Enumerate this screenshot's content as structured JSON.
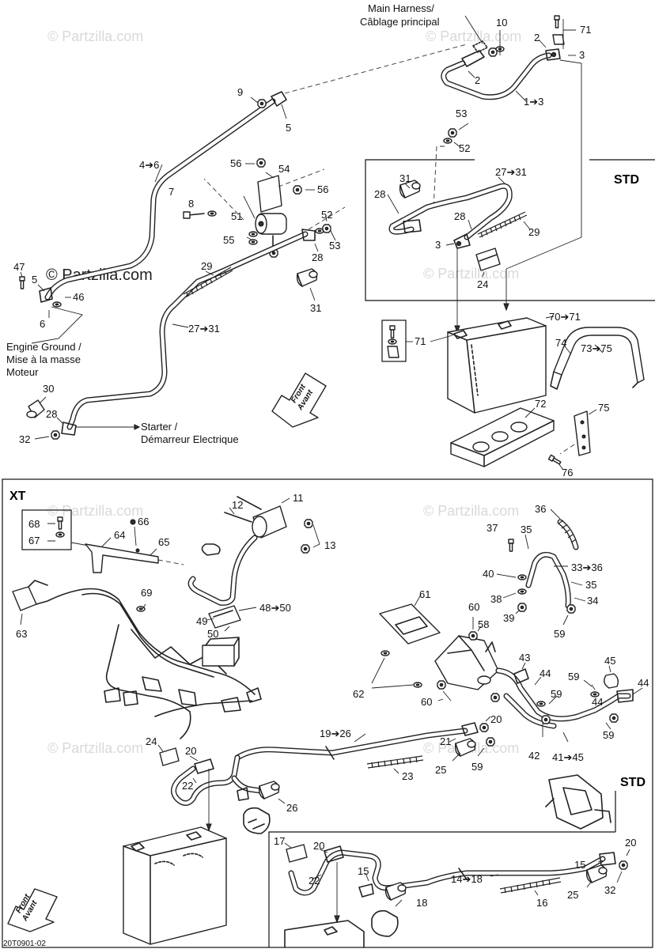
{
  "watermark": "© Partzilla.com",
  "diagram_code": "20T0901-02",
  "top": {
    "main_harness": [
      "Main Harness/",
      "Câblage principal"
    ],
    "engine_ground": [
      "Engine Ground /",
      "Mise à la masse",
      "Moteur"
    ],
    "starter": [
      "Starter /",
      "Démarreur Electrique"
    ],
    "front": [
      "Front",
      "Avant"
    ],
    "std_label": "STD",
    "callouts": {
      "c10": "10",
      "c71a": "71",
      "c2a": "2",
      "c3a": "3",
      "c2b": "2",
      "c1_3": "1➔3",
      "c9": "9",
      "c5a": "5",
      "c4_6": "4➔6",
      "c56a": "56",
      "c54": "54",
      "c56b": "56",
      "c7": "7",
      "c8": "8",
      "c51": "51",
      "c52a": "52",
      "c55": "55",
      "c53a": "53",
      "c28a": "28",
      "c47": "47",
      "c5b": "5",
      "c46": "46",
      "c6": "6",
      "c29a": "29",
      "c27_31a": "27➔31",
      "c31a": "31",
      "c30": "30",
      "c28b": "28",
      "c32": "32",
      "c53b": "53",
      "c52b": "52",
      "c31b": "31",
      "c27_31b": "27➔31",
      "c28c": "28",
      "c28d": "28",
      "c29b": "29",
      "c3b": "3",
      "c24": "24",
      "c70_71": "70➔71",
      "c71b": "71",
      "c74": "74",
      "c73_75": "73➔75",
      "c72": "72",
      "c75": "75",
      "c76": "76"
    }
  },
  "bottom": {
    "xt_label": "XT",
    "std_label": "STD",
    "front": [
      "Front",
      "Avant"
    ],
    "callouts": {
      "c11": "11",
      "c12": "12",
      "c13": "13",
      "c68": "68",
      "c67": "67",
      "c66": "66",
      "c64": "64",
      "c65": "65",
      "c69": "69",
      "c63": "63",
      "c48_50": "48➔50",
      "c49": "49",
      "c50": "50",
      "c36": "36",
      "c37": "37",
      "c35a": "35",
      "c33_36": "33➔36",
      "c40": "40",
      "c35b": "35",
      "c38": "38",
      "c34": "34",
      "c39": "39",
      "c59a": "59",
      "c61": "61",
      "c60a": "60",
      "c58": "58",
      "c43": "43",
      "c45": "45",
      "c44a": "44",
      "c59b": "59",
      "c44b": "44",
      "c44c": "44",
      "c62": "62",
      "c60b": "60",
      "c59c": "59",
      "c59d": "59",
      "c20a": "20",
      "c19_26": "19➔26",
      "c21": "21",
      "c42": "42",
      "c41_45": "41➔45",
      "c25a": "25",
      "c59e": "59",
      "c23": "23",
      "c24": "24",
      "c20b": "20",
      "c22a": "22",
      "c26": "26",
      "c17": "17",
      "c20c": "20",
      "c22b": "22",
      "c15a": "15",
      "c18": "18",
      "c14_18": "14➔18",
      "c20d": "20",
      "c15b": "15",
      "c16": "16",
      "c25b": "25",
      "c32": "32"
    }
  }
}
